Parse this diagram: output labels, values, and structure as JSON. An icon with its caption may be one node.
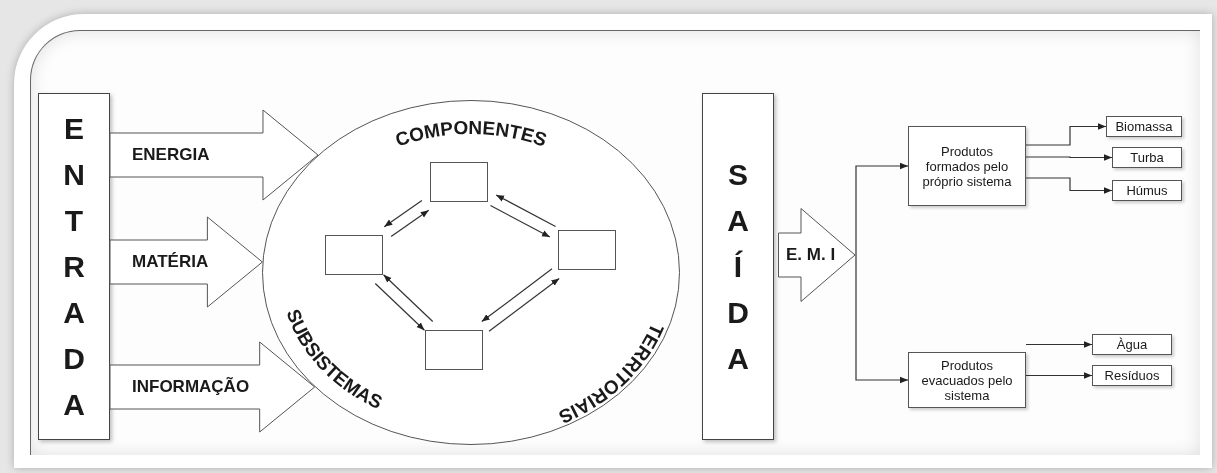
{
  "diagram": {
    "nodes": [
      {
        "text": [
          "ENTRADA"
        ]
      },
      {
        "text": [
          "COMPONENTES",
          "SUBSISTEMAS",
          "TERRITORIAIS"
        ]
      },
      {
        "text": [],
        "shape": "box",
        "in": 1
      },
      {
        "text": [],
        "shape": "box",
        "in": 1
      },
      {
        "text": [],
        "shape": "box",
        "in": 1
      },
      {
        "text": [],
        "shape": "box",
        "in": 1
      },
      {
        "text": [
          "SAÍDA"
        ]
      },
      {
        "text": [
          "E. M. I"
        ]
      },
      {
        "text": [
          "Produtos formados pelo próprio sistema"
        ]
      },
      {
        "text": [
          "Biomassa"
        ]
      },
      {
        "text": [
          "Turba"
        ]
      },
      {
        "text": [
          "Húmus"
        ]
      },
      {
        "text": [
          "Produtos evacuados pelo sistema"
        ]
      },
      {
        "text": [
          "Àgua"
        ]
      },
      {
        "text": [
          "Resíduos"
        ]
      }
    ],
    "edges": [
      {
        "from": 0,
        "to": 1,
        "arrow": "to",
        "label": "ENERGIA",
        "style": "thick"
      },
      {
        "from": 0,
        "to": 1,
        "arrow": "to",
        "label": "MATÉRIA",
        "style": "thick"
      },
      {
        "from": 0,
        "to": 1,
        "arrow": "to",
        "label": "INFORMAÇÃO",
        "style": "thick"
      },
      {
        "from": 7,
        "to": 8,
        "arrow": "to"
      },
      {
        "from": 7,
        "to": 12,
        "arrow": "to"
      },
      {
        "from": 8,
        "to": 9,
        "arrow": "to"
      },
      {
        "from": 8,
        "to": 10,
        "arrow": "to"
      },
      {
        "from": 8,
        "to": 11,
        "arrow": "to"
      },
      {
        "from": 12,
        "to": 13,
        "arrow": "to"
      },
      {
        "from": 12,
        "to": 14,
        "arrow": "to"
      },
      {
        "from": 3,
        "to": 2,
        "arrow": "to"
      },
      {
        "from": 2,
        "to": 3,
        "arrow": "to"
      },
      {
        "from": 2,
        "to": 4,
        "arrow": "to"
      },
      {
        "from": 4,
        "to": 2,
        "arrow": "to"
      },
      {
        "from": 3,
        "to": 5,
        "arrow": "to"
      },
      {
        "from": 5,
        "to": 3,
        "arrow": "to"
      },
      {
        "from": 5,
        "to": 4,
        "arrow": "to"
      },
      {
        "from": 4,
        "to": 5,
        "arrow": "to"
      }
    ]
  }
}
